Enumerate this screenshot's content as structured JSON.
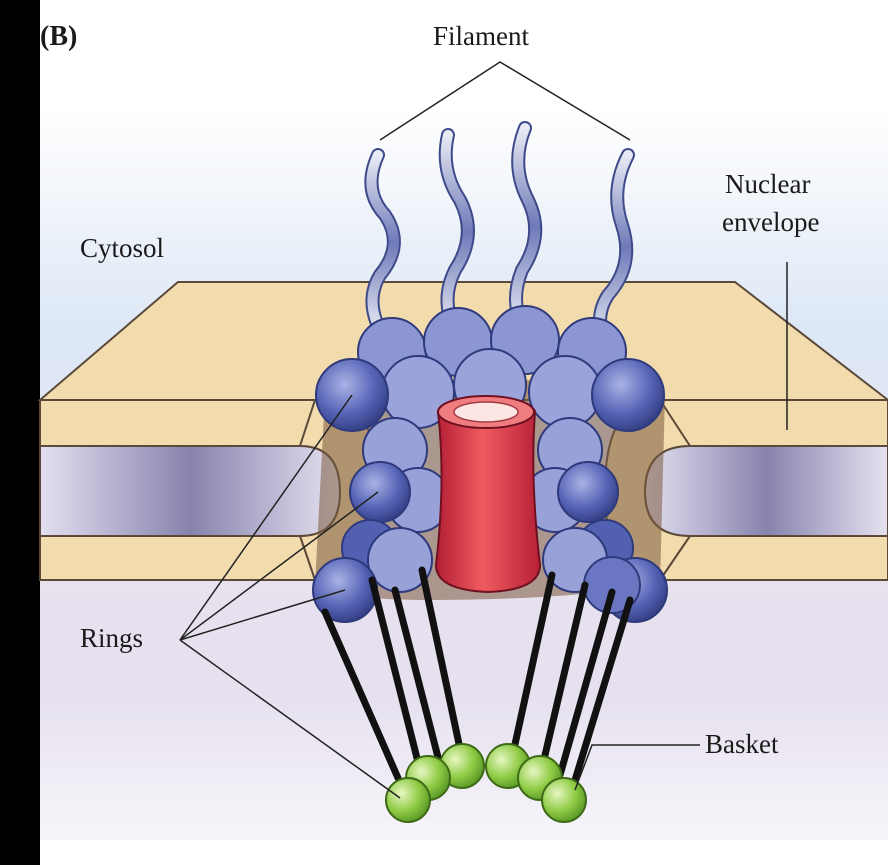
{
  "figure": {
    "panel_label": "(B)",
    "labels": {
      "filament": "Filament",
      "nuclear_envelope_line1": "Nuclear",
      "nuclear_envelope_line2": "envelope",
      "cytosol": "Cytosol",
      "rings": "Rings",
      "basket": "Basket"
    },
    "colors": {
      "background": "#000000",
      "panel": "#ffffff",
      "cytosol_tint": "#dde8f6",
      "nucleus_tint": "#e6e0ef",
      "membrane": "#f2dcae",
      "membrane_edge": "#5b4a3a",
      "lumen": "#6d6a8e",
      "ring_subunit": "#5563b5",
      "ring_subunit_light": "#9ea7dc",
      "central_channel": "#d43a44",
      "basket_ring": "#8fcb45",
      "filament": "#aab1c6",
      "fibril": "#111111"
    },
    "icons": [
      "filament",
      "ring-subunit",
      "central-channel",
      "basket-ring",
      "basket-fibril"
    ]
  }
}
